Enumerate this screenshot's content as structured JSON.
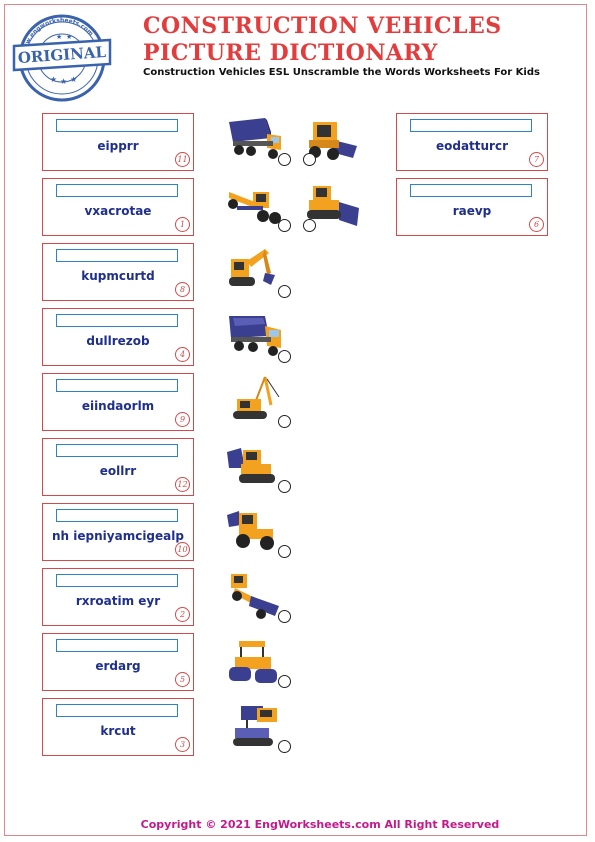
{
  "header": {
    "title_line1": "CONSTRUCTION VEHICLES",
    "title_line2": "PICTURE DICTIONARY",
    "subtitle": "Construction Vehicles ESL Unscramble the Words Worksheets For Kids"
  },
  "seal": {
    "label": "ORIGINAL",
    "ring_text": "www.engworksheets.com"
  },
  "colors": {
    "title": "#e23c3c",
    "card_border": "#d44a4a",
    "answer_box": "#2f83c5",
    "word_text": "#1f2f8c",
    "footer": "#c21a8a",
    "vehicle_orange": "#f3a21f",
    "vehicle_navy": "#3b3f8f"
  },
  "cards": [
    {
      "word": "eipprr",
      "number": "11"
    },
    {
      "word": "vxacrotae",
      "number": "1"
    },
    {
      "word": "kupmcurtd",
      "number": "8"
    },
    {
      "word": "dullrezob",
      "number": "4"
    },
    {
      "word": "eiindaorlm",
      "number": "9"
    },
    {
      "word": "eollrr",
      "number": "12"
    },
    {
      "word": "nh iepniyamcigealp",
      "number": "10"
    },
    {
      "word": "rxroatim eyr",
      "number": "2"
    },
    {
      "word": "erdarg",
      "number": "5"
    },
    {
      "word": "krcut",
      "number": "3"
    },
    {
      "word": "eodatturcr",
      "number": "7"
    },
    {
      "word": "raevp",
      "number": "6"
    }
  ],
  "vehicles": [
    {
      "icon": "dump-truck-icon"
    },
    {
      "icon": "skid-steer-loader-icon"
    },
    {
      "icon": "motor-grader-icon"
    },
    {
      "icon": "bulldozer-icon"
    },
    {
      "icon": "excavator-icon"
    },
    {
      "icon": "cement-truck-icon"
    },
    {
      "icon": "pipelayer-icon"
    },
    {
      "icon": "crawler-dozer-icon"
    },
    {
      "icon": "wheel-loader-icon"
    },
    {
      "icon": "scraper-icon"
    },
    {
      "icon": "road-roller-icon"
    },
    {
      "icon": "drilling-rig-icon"
    }
  ],
  "footer": {
    "copyright": "Copyright © 2021 EngWorksheets.com All Right Reserved"
  }
}
